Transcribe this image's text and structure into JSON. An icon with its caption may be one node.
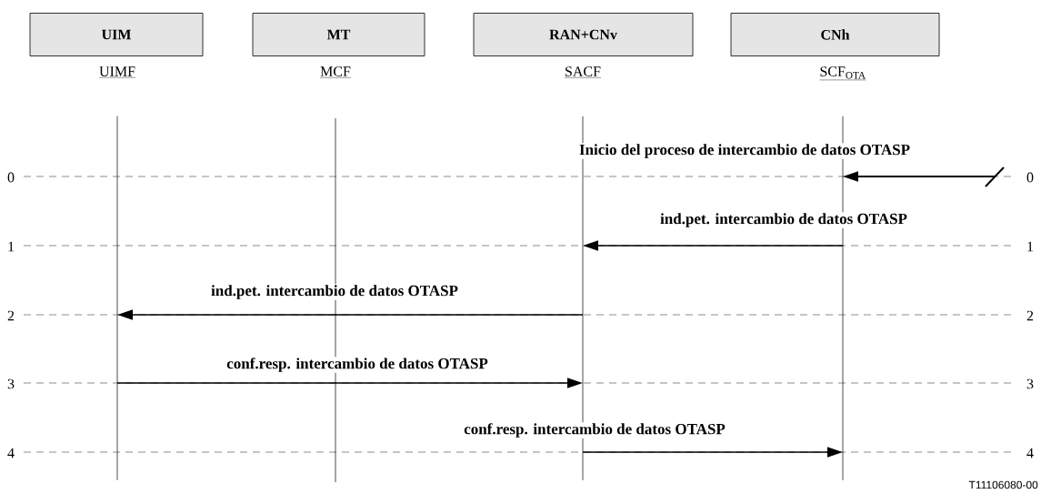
{
  "diagram": {
    "nodes": [
      {
        "text": [
          "UIM"
        ]
      },
      {
        "text": [
          "MT"
        ]
      },
      {
        "text": [
          "RAN+CNv"
        ]
      },
      {
        "text": [
          "CNh"
        ]
      },
      {
        "text": [
          "UIMF"
        ]
      },
      {
        "text": [
          "MCF"
        ]
      },
      {
        "text": [
          "SACF"
        ]
      },
      {
        "text": [
          "SCF$_{OTA}$"
        ]
      }
    ],
    "edges": [
      {
        "from": null,
        "to": 7,
        "arrow": "to",
        "label": "Inicio del proceso de intercambio de datos OTASP"
      },
      {
        "from": 7,
        "to": 6,
        "arrow": "to",
        "label": "ind.pet. intercambio de datos OTASP"
      },
      {
        "from": 6,
        "to": 4,
        "arrow": "to",
        "label": "ind.pet. intercambio de datos OTASP"
      },
      {
        "from": 4,
        "to": 6,
        "arrow": "to",
        "label": "conf.resp. intercambio de datos OTASP"
      },
      {
        "from": 6,
        "to": 7,
        "arrow": "to",
        "label": "conf.resp. intercambio de datos OTASP"
      }
    ],
    "labels": [
      "0",
      "0",
      "1",
      "1",
      "2",
      "2",
      "3",
      "3",
      "4",
      "4",
      "T11106080-00"
    ]
  }
}
